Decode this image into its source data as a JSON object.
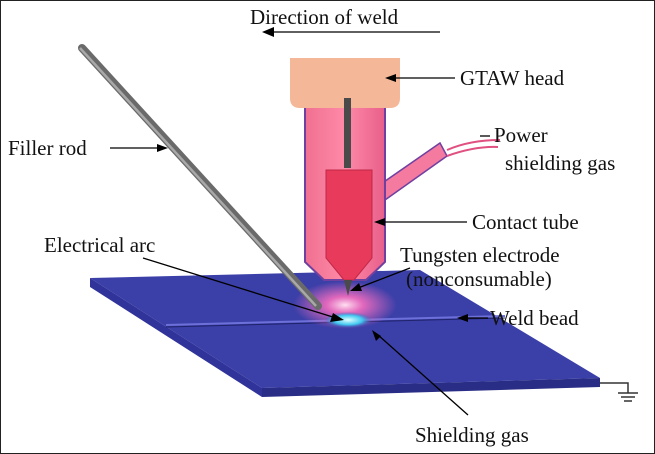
{
  "labels": {
    "direction": "Direction of weld",
    "head": "GTAW head",
    "power_line1": "Power",
    "power_line2": "shielding gas",
    "contact_tube": "Contact tube",
    "electrode_line1": "Tungsten electrode",
    "electrode_line2": "(nonconsumable)",
    "filler_rod": "Filler rod",
    "arc": "Electrical arc",
    "weld_bead": "Weld bead",
    "shielding_gas": "Shielding gas"
  },
  "colors": {
    "head": "#f4b898",
    "nozzle": "#e85f8a",
    "nozzle_edge": "#7040a0",
    "contact_tube": "#e83a5a",
    "workpiece_top": "#3b3fa8",
    "workpiece_side": "#2a2d85",
    "rod": "#7a7a7a",
    "arc_glow": "#ff80c0",
    "pool": "#40d0f0"
  }
}
